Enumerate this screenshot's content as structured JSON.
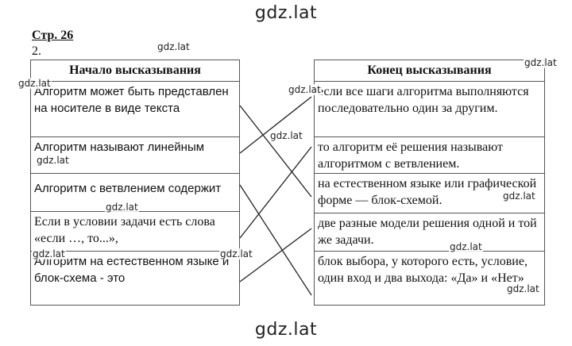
{
  "header": {
    "site": "gdz.lat"
  },
  "footer": {
    "site": "gdz.lat"
  },
  "page_ref": "Стр. 26",
  "task_number": "2.",
  "left_column": {
    "title": "Начало высказывания",
    "items": [
      "Алгоритм может быть представлен на носителе в виде текста",
      "Алгоритм называют линейным",
      "Алгоритм с ветвлением содержит",
      "Если в условии задачи есть слова «если …, то...»,",
      "Алгоритм на естественном языке и блок-схема - это"
    ]
  },
  "right_column": {
    "title": "Конец высказывания",
    "items": [
      "если все шаги алгоритма выполняются последовательно один за другим.",
      "то алгоритм её решения называют алгоритмом с ветвлением.",
      "на естественном языке или графической форме — блок-схемой.",
      "две разные модели решения одной и той же задачи.",
      "блок выбора, у которого есть, условие, один вход и два выхода: «Да» и «Нет»"
    ]
  },
  "watermarks": [
    "gdz.lat",
    "gdz.lat",
    "gdz.lat",
    "gdz.lat",
    "gdz.lat",
    "gdz.lat",
    "gdz.lat",
    "gdz.lat",
    "gdz.lat",
    "gdz.lat",
    "gdz.lat",
    "gdz.lat"
  ]
}
